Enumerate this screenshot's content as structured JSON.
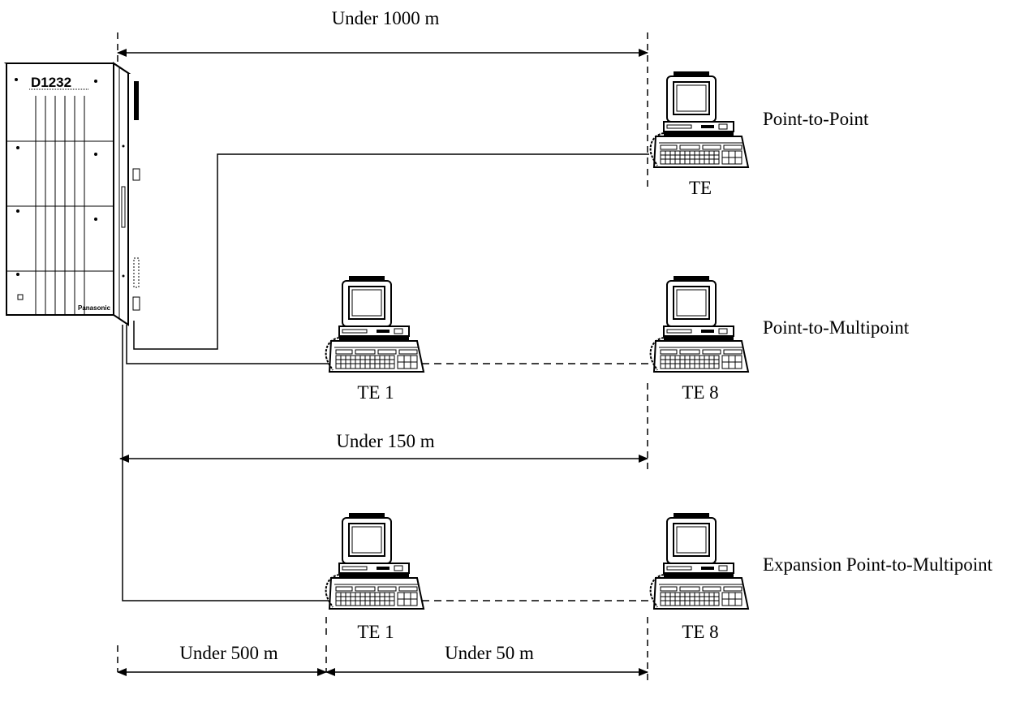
{
  "pbx": {
    "model": "D1232",
    "brand": "Panasonic"
  },
  "configurations": [
    {
      "name": "Point-to-Point",
      "terminals": [
        "TE"
      ]
    },
    {
      "name": "Point-to-Multipoint",
      "terminals": [
        "TE 1",
        "TE 8"
      ]
    },
    {
      "name": "Expansion Point-to-Multipoint",
      "terminals": [
        "TE 1",
        "TE 8"
      ]
    }
  ],
  "distances": {
    "point_to_point": "Under 1000 m",
    "point_to_multipoint": "Under 150 m",
    "expansion_segment_1": "Under 500 m",
    "expansion_segment_2": "Under 50 m"
  }
}
